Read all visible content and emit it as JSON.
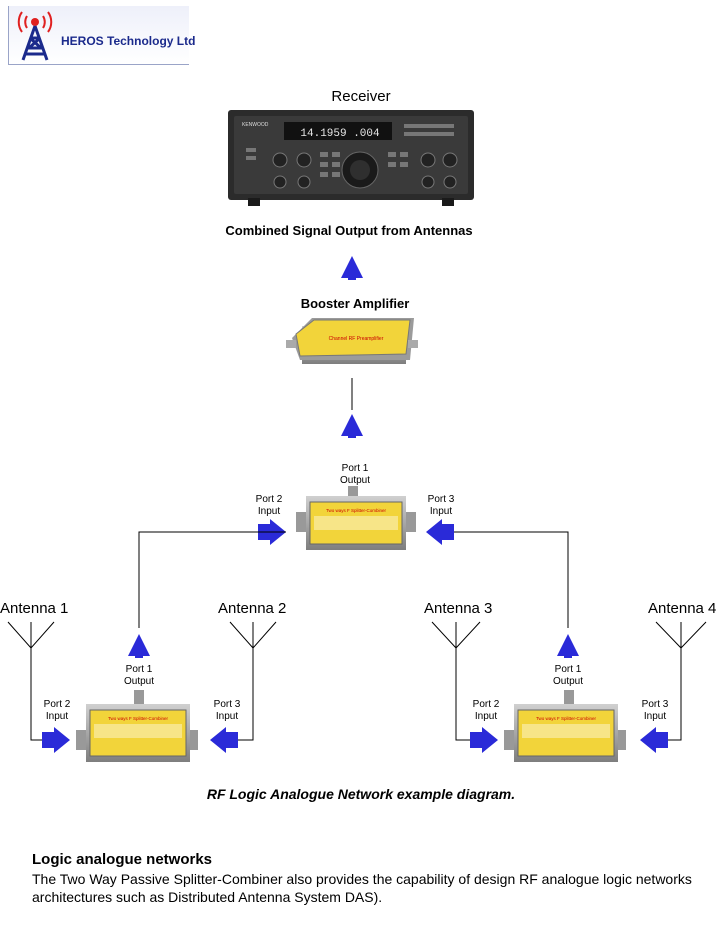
{
  "logo": {
    "company": "HEROS Technology Ltd"
  },
  "receiver": {
    "title": "Receiver",
    "brand": "KENWOOD",
    "display": "14.1959 .004"
  },
  "combined_output": "Combined Signal Output from Antennas",
  "booster": {
    "title": "Booster Amplifier"
  },
  "top_combiner": {
    "port1": "Port 1\nOutput",
    "port2": "Port 2\nInput",
    "port3": "Port 3\nInput"
  },
  "left_combiner": {
    "port1": "Port 1\nOutput",
    "port2": "Port 2\nInput",
    "port3": "Port 3\nInput"
  },
  "right_combiner": {
    "port1": "Port 1\nOutput",
    "port2": "Port 2\nInput",
    "port3": "Port 3\nInput"
  },
  "antennas": [
    "Antenna 1",
    "Antenna 2",
    "Antenna 3",
    "Antenna 4"
  ],
  "device_labels": {
    "combiner": "Two ways F Splitter-Combiner",
    "amp": "Channel RF Preamplifier"
  },
  "caption": "RF Logic Analogue Network example diagram.",
  "section": {
    "heading": "Logic analogue networks",
    "body": "The Two Way Passive Splitter-Combiner also provides the capability of design RF analogue logic networks architectures such as Distributed Antenna System DAS)."
  },
  "colors": {
    "arrow": "#2a2ad8",
    "device": "#f2d43a",
    "metal": "#9a9a9a",
    "logo": "#1b2a8c"
  }
}
